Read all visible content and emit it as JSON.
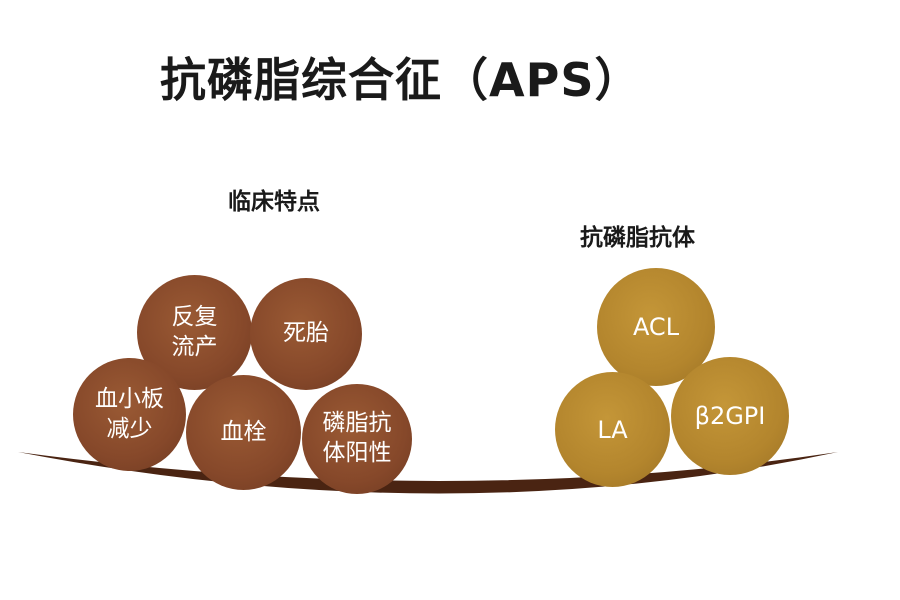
{
  "title": "抗磷脂综合征（APS）",
  "clinical": {
    "heading": "临床特点",
    "items": [
      {
        "line1": "反复",
        "line2": "流产"
      },
      {
        "line1": "死胎",
        "line2": ""
      },
      {
        "line1": "血小板",
        "line2": "减少"
      },
      {
        "line1": "血栓",
        "line2": ""
      },
      {
        "line1": "磷脂抗",
        "line2": "体阳性"
      }
    ]
  },
  "antibodies": {
    "heading": "抗磷脂抗体",
    "items": [
      {
        "label": "ACL"
      },
      {
        "label": "LA"
      },
      {
        "label": "β2GPI"
      }
    ]
  },
  "colors": {
    "clinical_ball": "#86482a",
    "antibody_ball": "#b3852d",
    "base": "#4a2412",
    "text": "#1a1a1a"
  }
}
